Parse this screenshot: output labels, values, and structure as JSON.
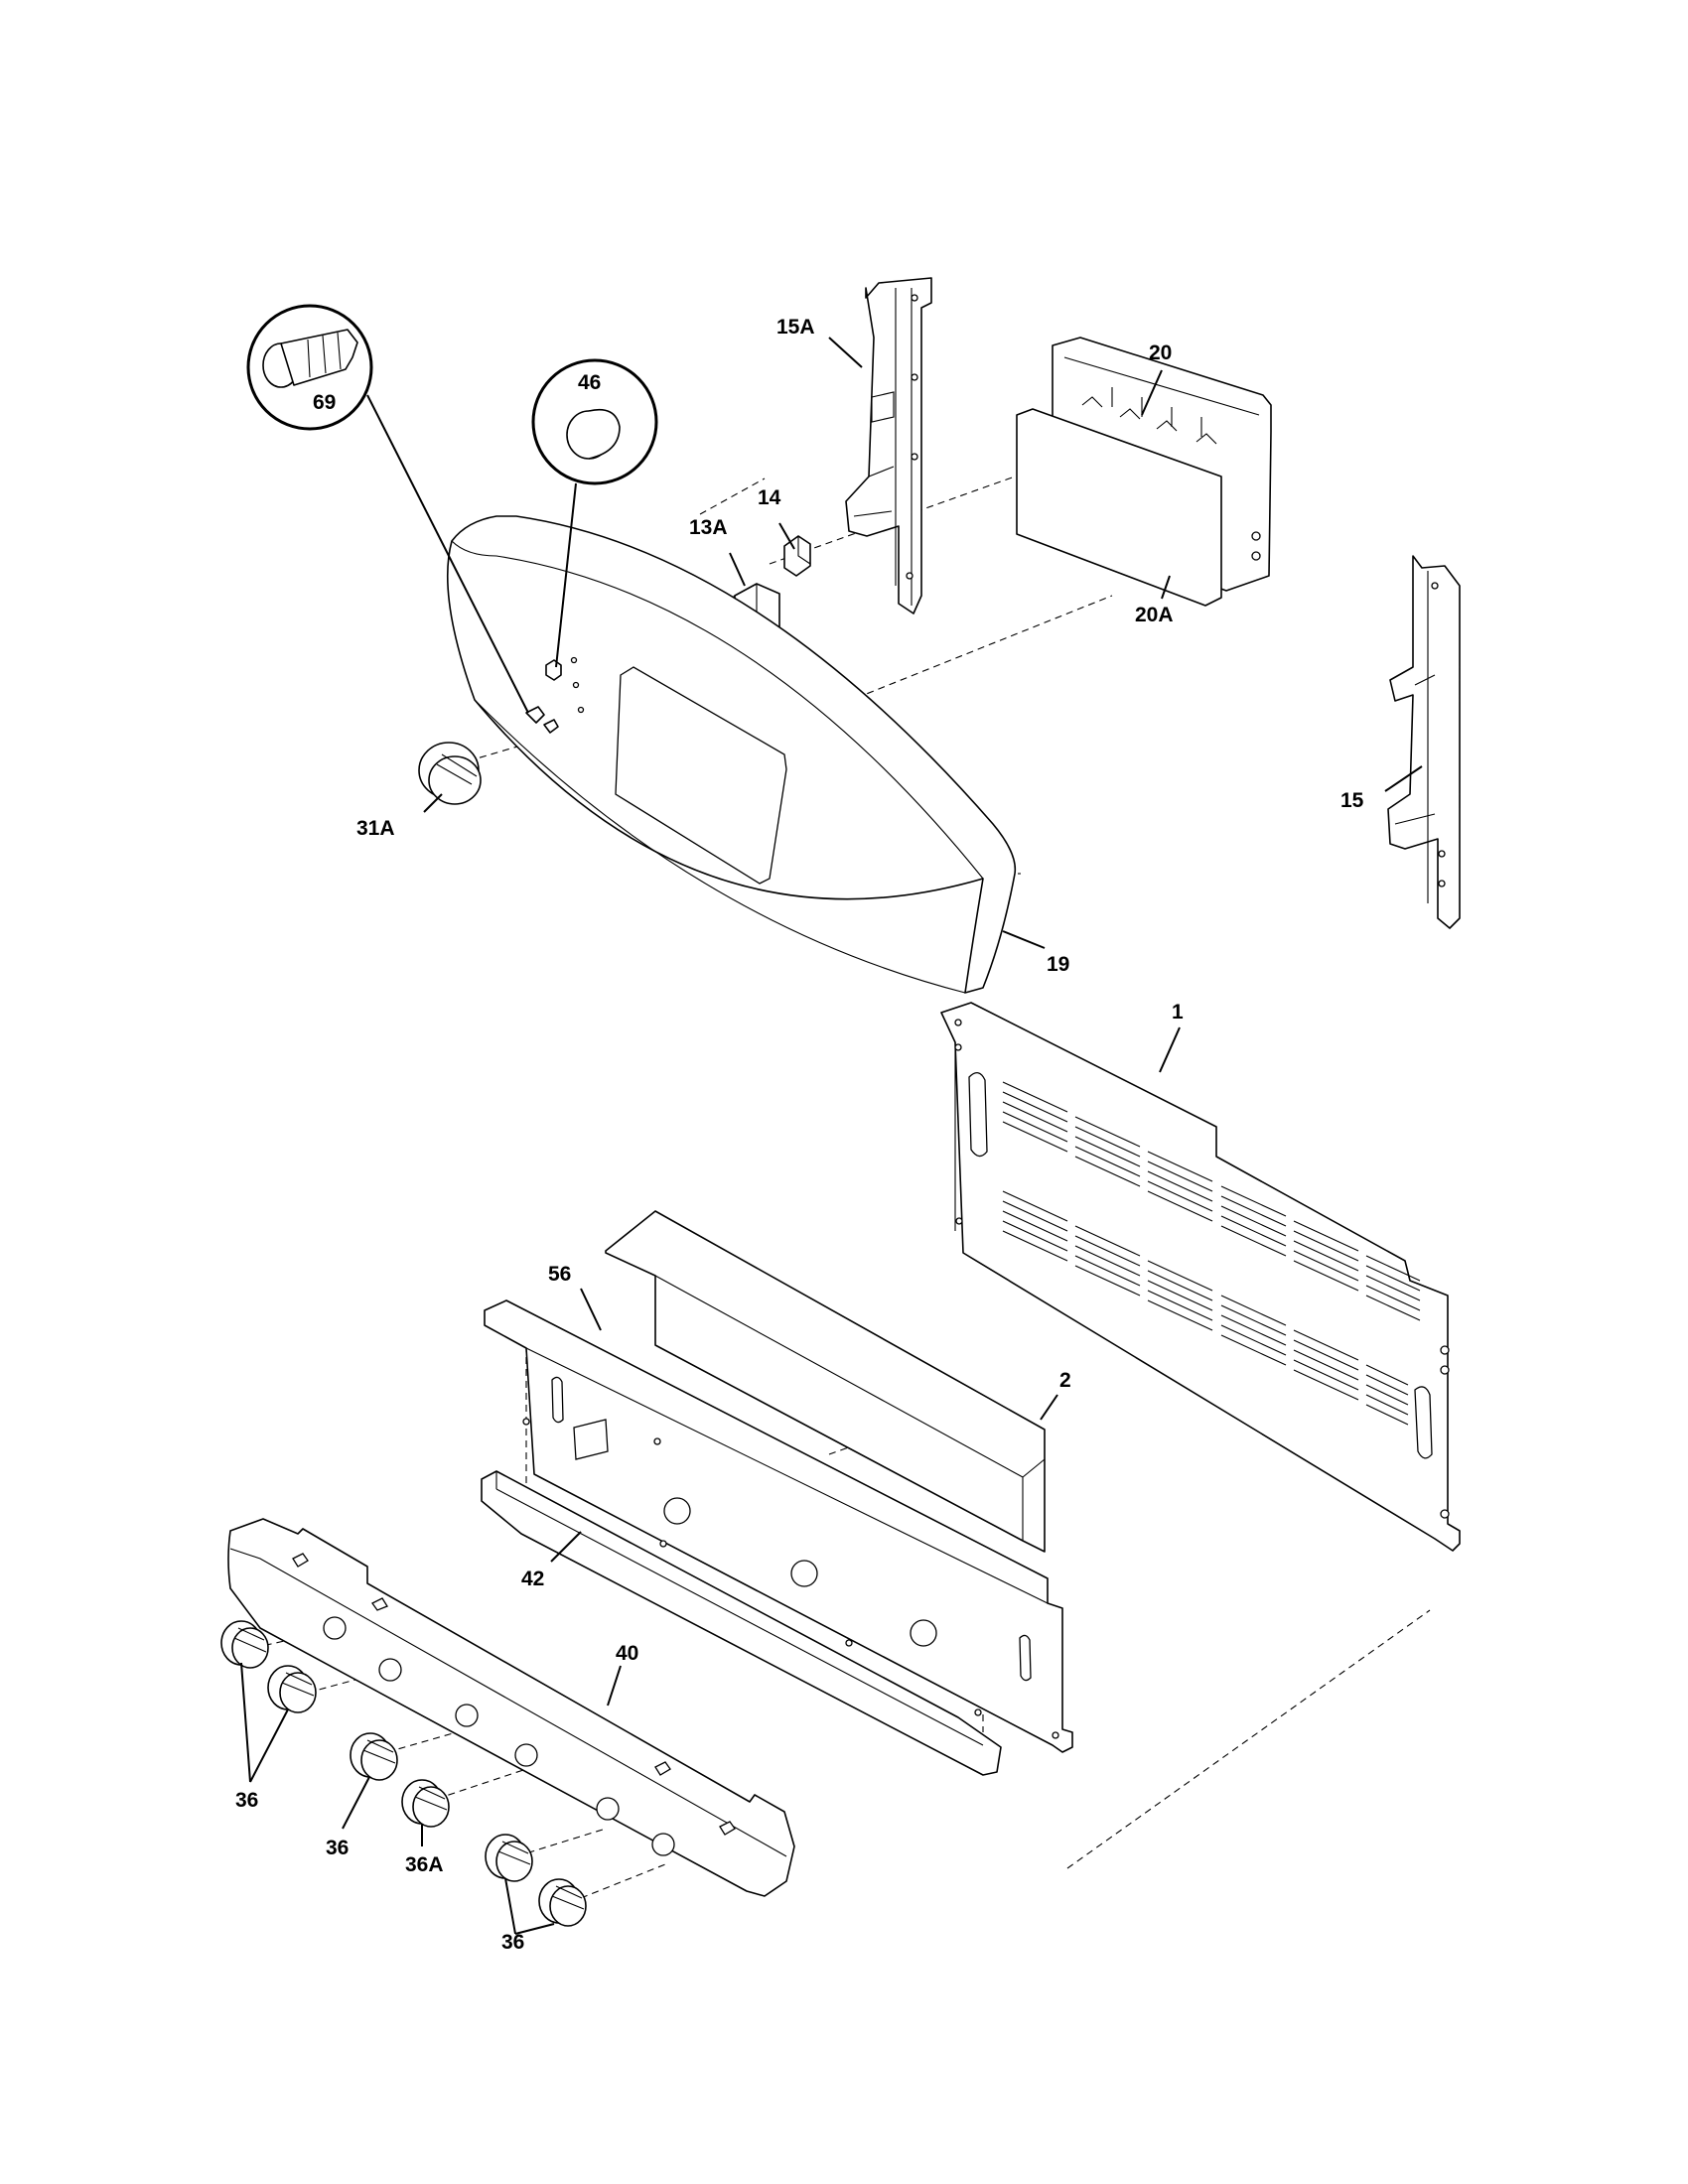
{
  "diagram": {
    "callouts": {
      "c46": "46",
      "c69": "69",
      "c31A": "31A",
      "c15A": "15A",
      "c14": "14",
      "c13A": "13A",
      "c20": "20",
      "c20A": "20A",
      "c15": "15",
      "c19": "19",
      "c1": "1",
      "c56": "56",
      "c2": "2",
      "c42": "42",
      "c40": "40",
      "c36_a": "36",
      "c36_b": "36",
      "c36A": "36A",
      "c36_c": "36"
    }
  }
}
